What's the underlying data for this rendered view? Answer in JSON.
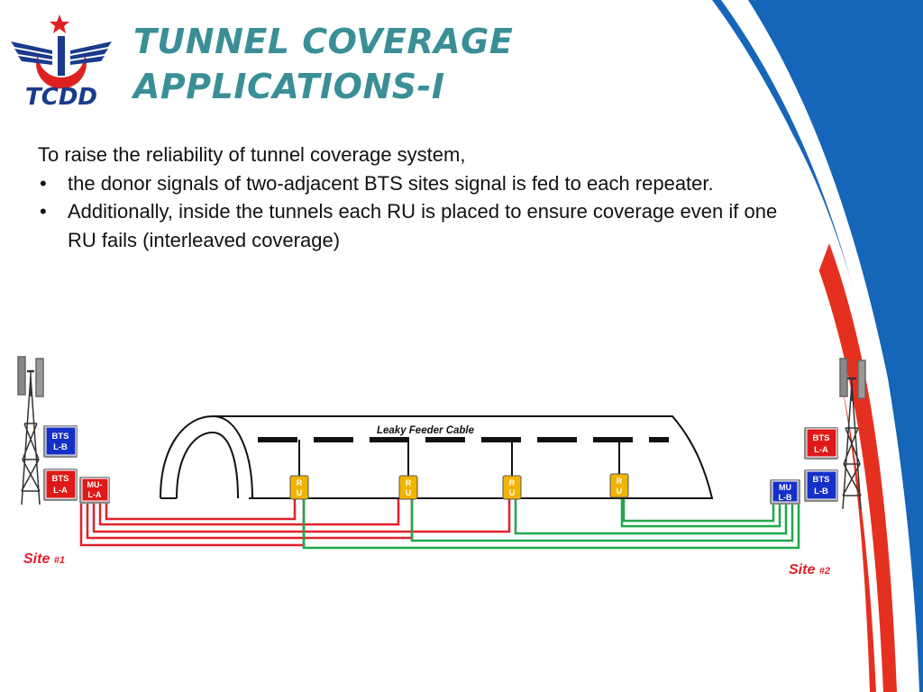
{
  "logo": {
    "text": "TCDD",
    "colors": {
      "red": "#e02020",
      "blue": "#1a3a8c"
    }
  },
  "title": {
    "line1": "TUNNEL COVERAGE",
    "line2": "APPLICATIONS-I",
    "color": "#3a8f96"
  },
  "body": {
    "intro": "To raise the reliability of tunnel coverage system,",
    "bullets": [
      "the donor signals of two-adjacent BTS sites signal is fed to each repeater.",
      "Additionally, inside the tunnels each RU is placed to ensure coverage even if one RU fails (interleaved coverage)"
    ]
  },
  "diagram": {
    "cable_label": "Leaky Feeder Cable",
    "site1": {
      "label": "Site",
      "number": "#1",
      "bts_b": {
        "line1": "BTS",
        "line2": "L-B"
      },
      "bts_a": {
        "line1": "BTS",
        "line2": "L-A"
      },
      "mu": {
        "line1": "MU-",
        "line2": "L-A"
      }
    },
    "site2": {
      "label": "Site",
      "number": "#2",
      "bts_a": {
        "line1": "BTS",
        "line2": "L-A"
      },
      "bts_b": {
        "line1": "BTS",
        "line2": "L-B"
      },
      "mu": {
        "line1": "MU",
        "line2": "L-B"
      }
    },
    "ru_units": [
      {
        "line1": "R",
        "line2": "U"
      },
      {
        "line1": "R",
        "line2": "U"
      },
      {
        "line1": "R",
        "line2": "U"
      },
      {
        "line1": "R",
        "line2": "U"
      }
    ],
    "colors": {
      "red_feed": "#e0202a",
      "green_feed": "#1fa84a",
      "ru_fill": "#f2b400",
      "bts_blue": "#1530c8",
      "bts_red": "#e01818"
    }
  },
  "decor": {
    "colors": {
      "blue": "#1565b8",
      "red": "#e53020"
    }
  }
}
